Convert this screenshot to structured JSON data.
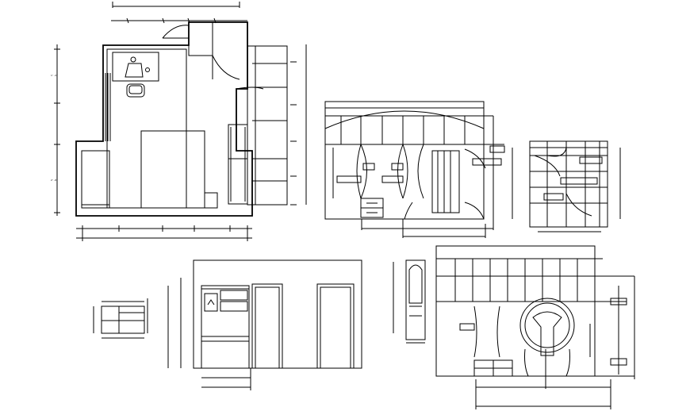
{
  "drawing": {
    "background": "#ffffff",
    "line_color": "#000000",
    "views": [
      "floor-plan",
      "wardrobe-elevation-a",
      "wardrobe-elevation-b",
      "small-cabinet-elevation",
      "door-wall-elevation",
      "tall-unit-elevation",
      "dressing-wall-elevation"
    ]
  }
}
